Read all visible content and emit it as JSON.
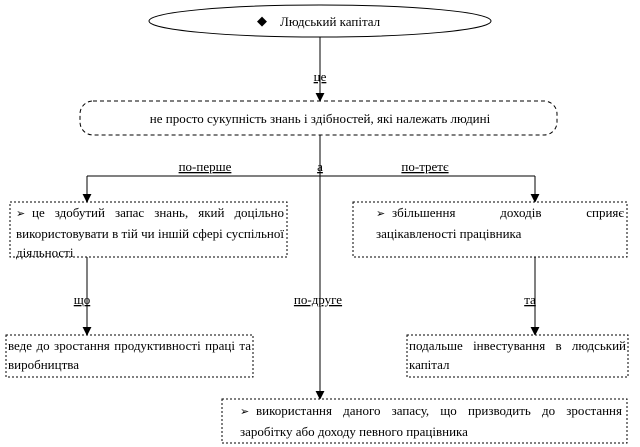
{
  "root": {
    "bullet": "◆",
    "label": "Людський капітал"
  },
  "links": {
    "tse": "це",
    "a": "а",
    "po_pershe": "по-перше",
    "po_druhe": "по-друге",
    "po_tretie": "по-третє",
    "shcho": "що",
    "ta": "та"
  },
  "definition": {
    "text": "не просто сукупність знань і здібностей, які належать людині"
  },
  "first": {
    "bullet": "➢",
    "text": "це здобутий запас знань, який доцільно використовувати в тій чи іншій сфері суспільної діяльності"
  },
  "third": {
    "bullet": "➢",
    "text": "збільшення доходів сприяє зацікавленості працівника"
  },
  "first_result": {
    "text": "веде до зростання продуктивності праці та виробництва"
  },
  "third_result": {
    "text": "подальше інвестування в людський капітал"
  },
  "second": {
    "bullet": "➢",
    "text": "використання даного запасу, що призводить до зростання заробітку або доходу певного працівника"
  }
}
